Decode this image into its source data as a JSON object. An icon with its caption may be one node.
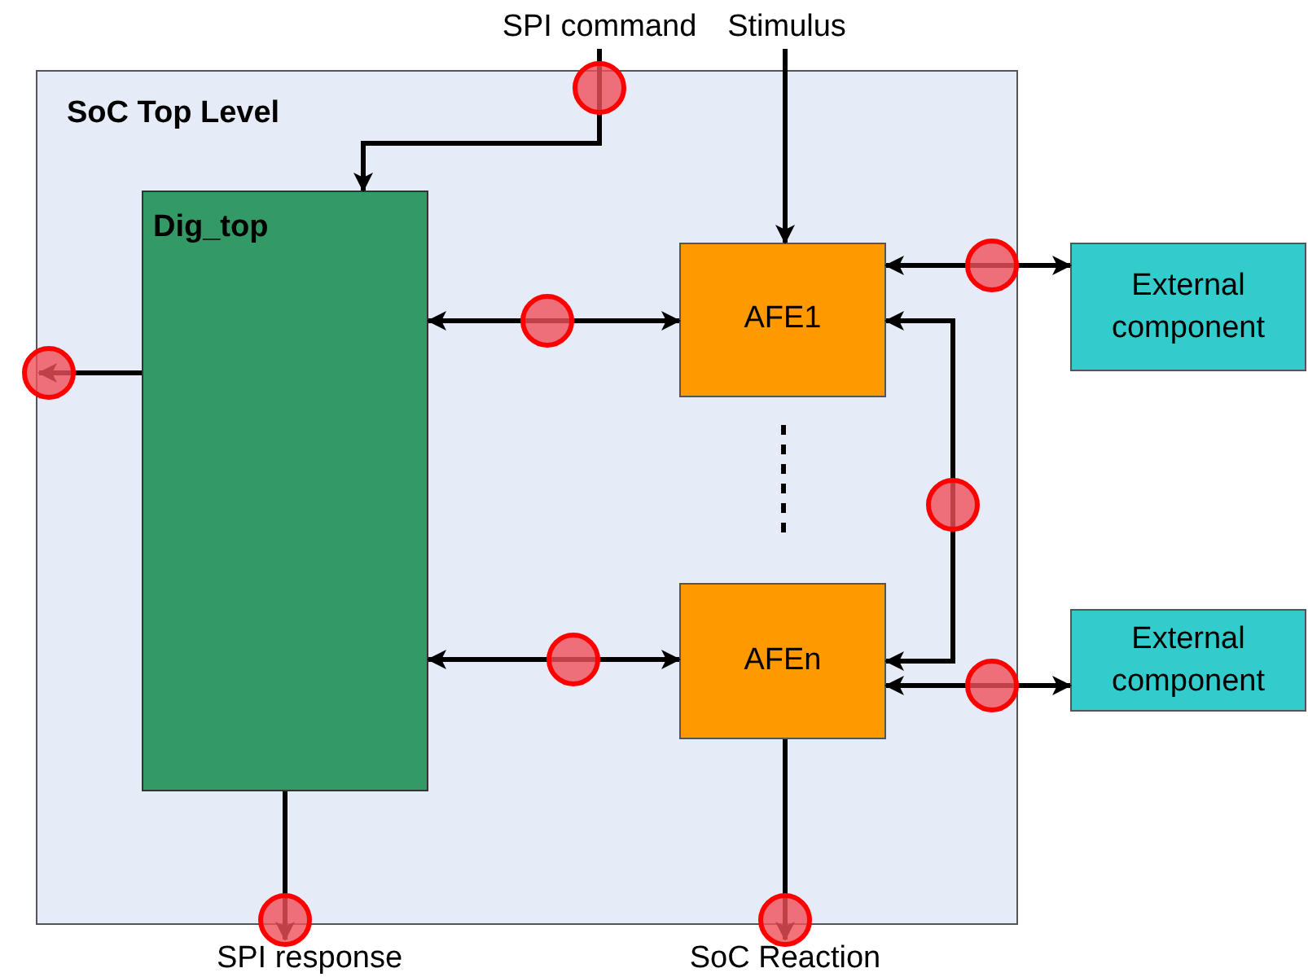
{
  "diagram": {
    "nodes": [
      {
        "text": [
          "SoC Top Level"
        ]
      },
      {
        "text": [
          "Dig_top"
        ],
        "in": 0
      },
      {
        "text": [
          "AFE1"
        ],
        "in": 0
      },
      {
        "text": [
          "AFEn"
        ],
        "in": 0
      },
      {
        "text": [
          "External component"
        ]
      },
      {
        "text": [
          "External component"
        ]
      },
      {
        "text": [
          "SPI command"
        ]
      },
      {
        "text": [
          "Stimulus"
        ]
      },
      {
        "text": [
          "SPI response"
        ]
      },
      {
        "text": [
          "SoC Reaction"
        ]
      }
    ],
    "edges": [
      {
        "from": 6,
        "to": 1,
        "arrow": "to"
      },
      {
        "from": 7,
        "to": 2,
        "arrow": "to"
      },
      {
        "from": 1,
        "to": 2,
        "arrow": "both"
      },
      {
        "from": 1,
        "to": 3,
        "arrow": "both"
      },
      {
        "from": 2,
        "to": 4,
        "arrow": "both"
      },
      {
        "from": 3,
        "to": 5,
        "arrow": "both"
      },
      {
        "from": 3,
        "to": 2,
        "arrow": "both"
      },
      {
        "from": 1,
        "to": null,
        "arrow": "to"
      },
      {
        "from": 1,
        "to": 8,
        "arrow": "to"
      },
      {
        "from": 3,
        "to": 9,
        "arrow": "to"
      }
    ]
  }
}
